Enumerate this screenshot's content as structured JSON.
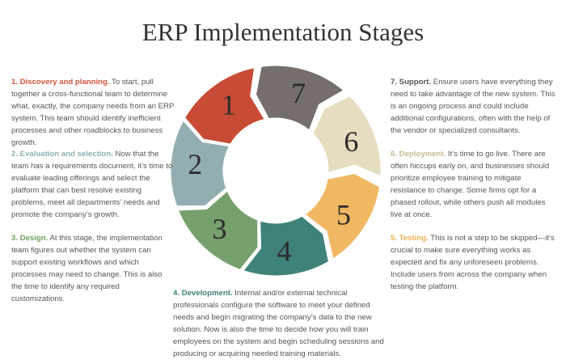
{
  "title": "ERP Implementation Stages",
  "stages": [
    {
      "number": "1",
      "label": "1. Discovery and planning.",
      "text": " To start, pull together a cross-functional team to determine what, exactly, the company needs from an ERP system. This team should identify inefficient processes and other roadblocks to business growth.",
      "color": "#c84b35",
      "label_color": "#d9533b"
    },
    {
      "number": "2",
      "label": "2. Evaluation and selection.",
      "text": " Now that the team has a requirements document, it’s time to evaluate leading offerings and select the platform that can best resolve existing problems, meet all departments’ needs and promote the company’s growth.",
      "color": "#93aeb0",
      "label_color": "#8fb0b0"
    },
    {
      "number": "3",
      "label": "3. Design.",
      "text": " At this stage, the implementation team figures out whether the system can support existing workflows and which processes may need to change. This is also the time to identify any required customizations.",
      "color": "#76a06c",
      "label_color": "#6f9f5e"
    },
    {
      "number": "4",
      "label": "4. Development.",
      "text": " Internal and/or external technical professionals configure the software to meet your defined needs and begin migrating the company’s data to the new solution. Now is also the time to decide how you will train employees on the system and begin scheduling sessions and producing or acquiring needed training materials.",
      "color": "#3e827a",
      "label_color": "#3e827a"
    },
    {
      "number": "5",
      "label": "5. Testing.",
      "text": " This is not a step to be skipped—it’s crucial to make sure everything works as expected and fix any unforeseen problems. Include users from across the company when testing the platform.",
      "color": "#f0b862",
      "label_color": "#f0b050"
    },
    {
      "number": "6",
      "label": "6. Deployment.",
      "text": " It’s time to go live. There are often hiccups early on, and businesses should prioritize employee training to mitigate resistance to change. Some firms opt for a phased rollout, while others push all modules live at once.",
      "color": "#e6dcbf",
      "label_color": "#c9b98f"
    },
    {
      "number": "7",
      "label": "7. Support.",
      "text": " Ensure users have everything they need to take advantage of the new system. This is an ongoing process and could include additional configurations, often with the help of the vendor or specialized consultants.",
      "color": "#766e6a",
      "label_color": "#555555"
    }
  ]
}
